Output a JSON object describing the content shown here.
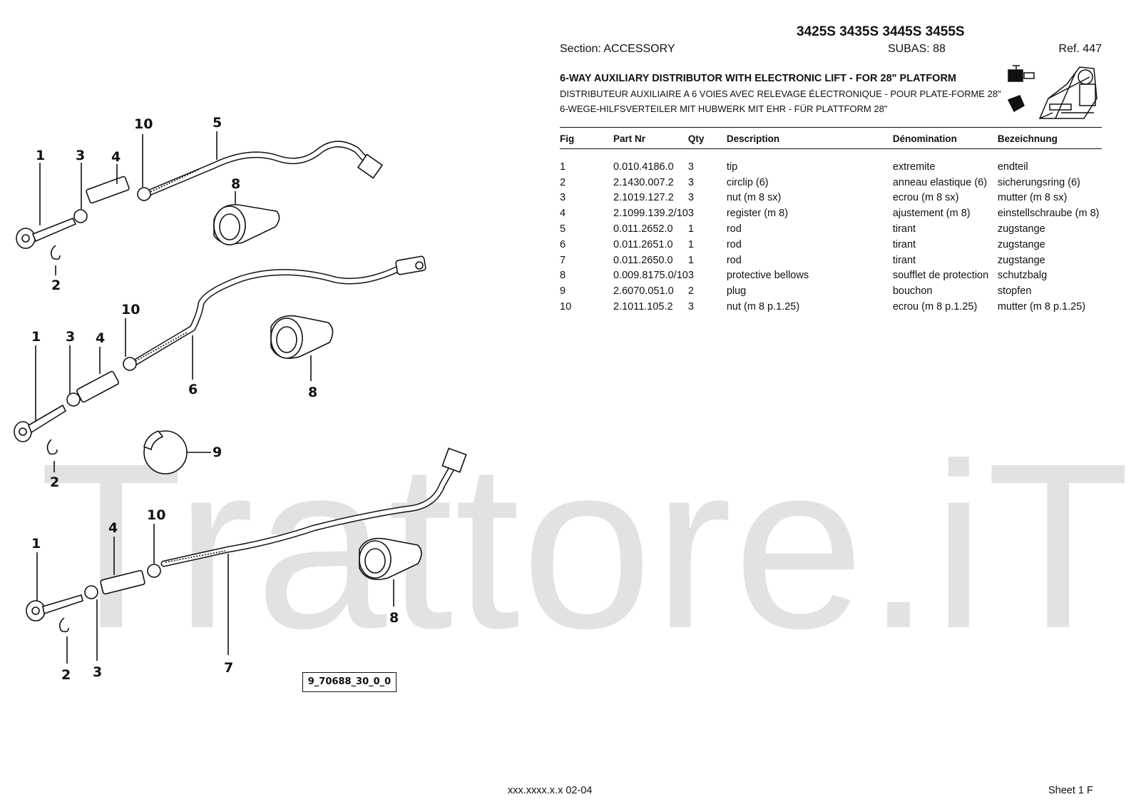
{
  "watermark": "Trattore.iT",
  "header": {
    "models": "3425S 3435S 3445S 3455S",
    "section": "Section: ACCESSORY",
    "subas": "SUBAS: 88",
    "ref": "Ref. 447",
    "title_en": "6-WAY AUXILIARY DISTRIBUTOR WITH ELECTRONIC LIFT - FOR 28\" PLATFORM",
    "title_fr": "DISTRIBUTEUR AUXILIAIRE A 6 VOIES AVEC RELEVAGE ÉLECTRONIQUE - POUR PLATE-FORME 28\"",
    "title_de": "6-WEGE-HILFSVERTEILER MIT HUBWERK MIT EHR - FÜR PLATTFORM 28\""
  },
  "table": {
    "columns": [
      "Fig",
      "Part Nr",
      "Qty",
      "Description",
      "Dénomination",
      "Bezeichnung"
    ],
    "rows": [
      [
        "1",
        "0.010.4186.0",
        "3",
        "tip",
        "extremite",
        "endteil"
      ],
      [
        "2",
        "2.1430.007.2",
        "3",
        "circlip (6)",
        "anneau elastique (6)",
        "sicherungsring (6)"
      ],
      [
        "3",
        "2.1019.127.2",
        "3",
        "nut (m 8 sx)",
        "ecrou (m 8 sx)",
        "mutter (m 8 sx)"
      ],
      [
        "4",
        "2.1099.139.2/10",
        "3",
        "register (m 8)",
        "ajustement (m 8)",
        "einstellschraube (m 8)"
      ],
      [
        "5",
        "0.011.2652.0",
        "1",
        "rod",
        "tirant",
        "zugstange"
      ],
      [
        "6",
        "0.011.2651.0",
        "1",
        "rod",
        "tirant",
        "zugstange"
      ],
      [
        "7",
        "0.011.2650.0",
        "1",
        "rod",
        "tirant",
        "zugstange"
      ],
      [
        "8",
        "0.009.8175.0/10",
        "3",
        "protective bellows",
        "soufflet de protection",
        "schutzbalg"
      ],
      [
        "9",
        "2.6070.051.0",
        "2",
        "plug",
        "bouchon",
        "stopfen"
      ],
      [
        "10",
        "2.1011.105.2",
        "3",
        "nut (m 8 p.1.25)",
        "ecrou (m 8 p.1.25)",
        "mutter (m 8 p.1.25)"
      ]
    ]
  },
  "diagram": {
    "callouts_top": [
      "1",
      "3",
      "4",
      "10",
      "5",
      "8",
      "2"
    ],
    "callouts_middle": [
      "10",
      "1",
      "3",
      "4",
      "6",
      "8",
      "9",
      "2"
    ],
    "callouts_bottom": [
      "10",
      "4",
      "1",
      "8",
      "7",
      "2",
      "3"
    ],
    "drawing_code": "9_70688_30_0_0"
  },
  "footer": {
    "code": "xxx.xxxx.x.x  02-04",
    "sheet": "Sheet 1 F"
  }
}
